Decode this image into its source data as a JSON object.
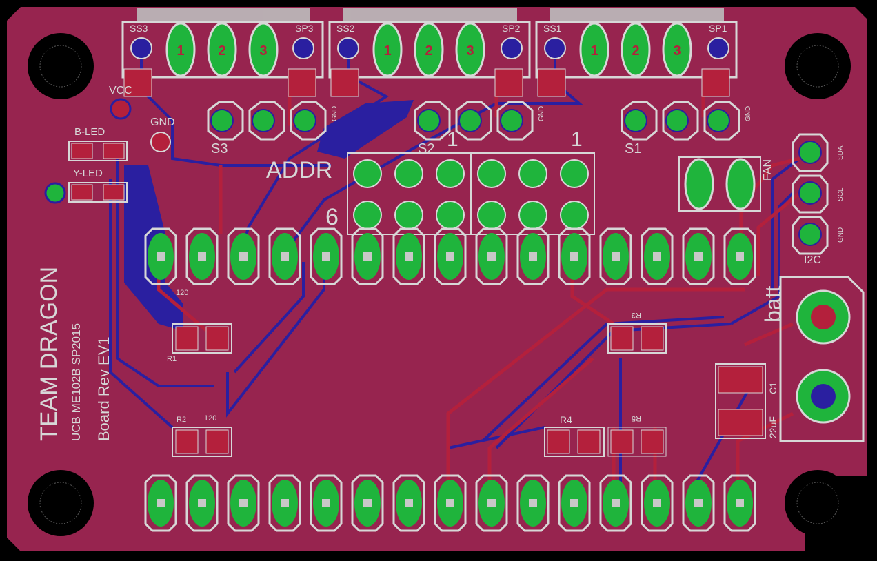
{
  "colors": {
    "board": "#97244f",
    "copper_top": "#b4203c",
    "copper_bottom": "#2a1fa0",
    "pad": "#1fb43c",
    "silk": "#d7d7d7",
    "hole": "#c8c8c8"
  },
  "labels": {
    "ss3": "SS3",
    "sp3": "SP3",
    "ss2": "SS2",
    "sp2": "SP2",
    "ss1": "SS1",
    "sp1": "SP1",
    "vcc": "VCC",
    "gnd": "GND",
    "bled": "B-LED",
    "yled": "Y-LED",
    "s3": "S3",
    "s2": "S2",
    "s1": "S1",
    "addr": "ADDR",
    "addr_1": "1",
    "addr_1b": "1",
    "addr_6": "6",
    "fan": "FAN",
    "sda": "SDA",
    "scl": "SCL",
    "i2c_gnd": "GND",
    "i2c": "I2C",
    "batt": "batt",
    "c1": "C1",
    "c1_val": "22uF",
    "r1": "R1",
    "r2": "R2",
    "r3": "R3",
    "r4": "R4",
    "r5": "R5",
    "r1_val": "120",
    "r2_val": "120",
    "gnd_small_1": "GND",
    "gnd_small_2": "GND",
    "team": "TEAM DRAGON",
    "course": "UCB ME102B SP2015",
    "rev": "Board Rev EV1",
    "pin_1": "1",
    "pin_2": "2",
    "pin_3": "3"
  }
}
